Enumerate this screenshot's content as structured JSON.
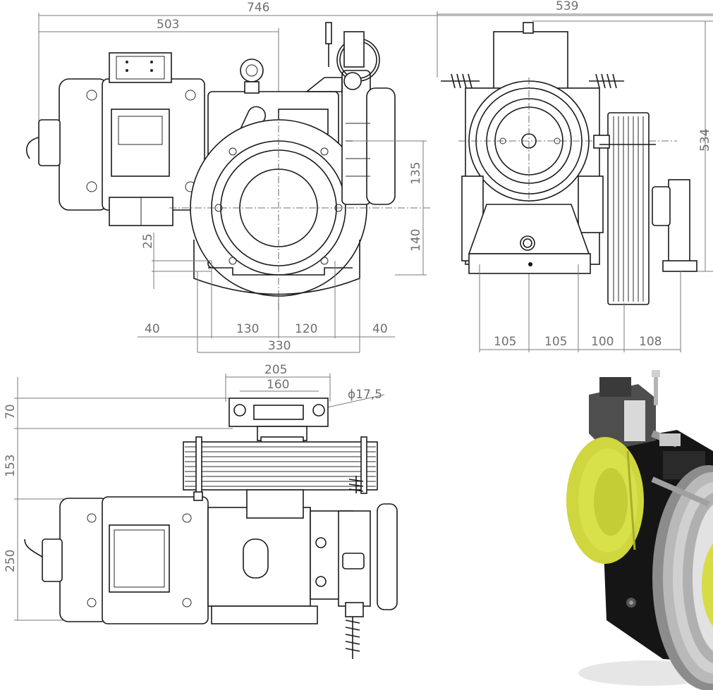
{
  "drawing": {
    "front_view": {
      "dims": {
        "total_width": "746",
        "motor_width": "503",
        "upper_height": "135",
        "lower_height": "140",
        "base_offset": "25",
        "left_offset": "40",
        "left_half": "130",
        "right_half": "120",
        "right_offset": "40",
        "base_width": "330"
      }
    },
    "side_view": {
      "dims": {
        "width": "539",
        "height": "534",
        "seg1": "105",
        "seg2": "105",
        "seg3": "100",
        "seg4": "108"
      }
    },
    "top_view": {
      "dims": {
        "bracket_width": "205",
        "hole_spacing": "160",
        "hole_diameter": "ϕ17,5",
        "height_a": "70",
        "height_b": "153",
        "height_c": "250"
      }
    },
    "render": {
      "colors": {
        "sheave": "#d8e04a",
        "body": "#151515",
        "pulley": "#b9b9b9"
      }
    }
  }
}
